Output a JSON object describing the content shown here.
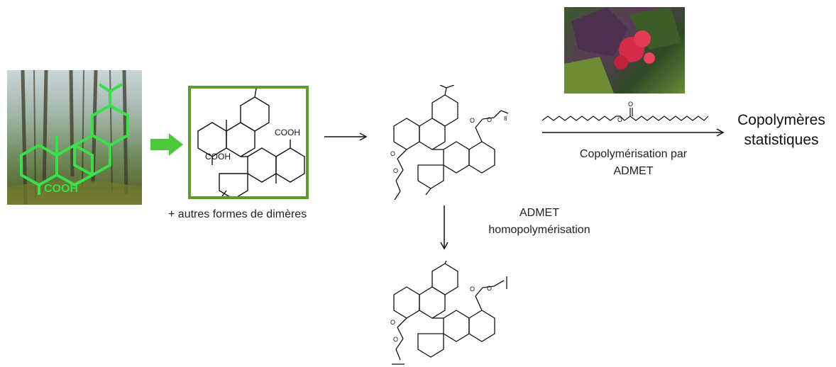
{
  "molecule_labels": {
    "abietic_cooh": "COOH",
    "dimer_cooh_top": "COOH",
    "dimer_cooh_bottom": "COOH",
    "subscript_n": "8"
  },
  "captions": {
    "other_dimers": "+ autres formes de dimères",
    "copolymerisation_line1": "Copolymérisation par",
    "copolymerisation_line2": "ADMET",
    "homopolymerisation_line1": "ADMET",
    "homopolymerisation_line2": "homopolymérisation",
    "product_line1": "Copolymères",
    "product_line2": "statistiques"
  },
  "colors": {
    "green_arrow": "#4cc83a",
    "green_frame": "#5f9a2a",
    "green_molecule": "#39e04a",
    "ink": "#111111"
  }
}
